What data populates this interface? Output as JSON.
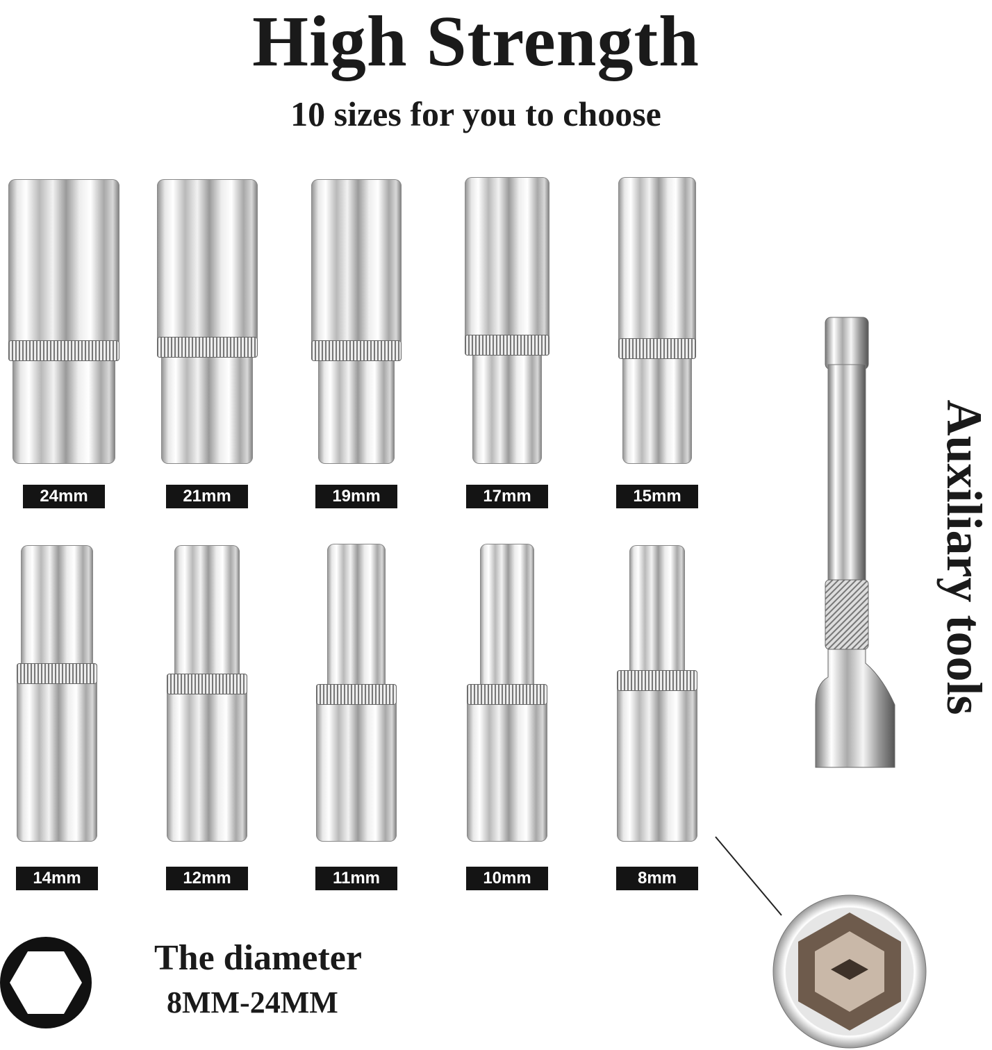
{
  "title": "High Strength",
  "subtitle": "10 sizes for you to choose",
  "sockets": [
    {
      "label": "24mm"
    },
    {
      "label": "21mm"
    },
    {
      "label": "19mm"
    },
    {
      "label": "17mm"
    },
    {
      "label": "15mm"
    },
    {
      "label": "14mm"
    },
    {
      "label": "12mm"
    },
    {
      "label": "11mm"
    },
    {
      "label": "10mm"
    },
    {
      "label": "8mm"
    }
  ],
  "auxiliary_label": "Auxiliary tools",
  "diameter_label": "The diameter",
  "diameter_range": "8MM-24MM",
  "icons": {
    "hex": "hexagon-icon"
  }
}
